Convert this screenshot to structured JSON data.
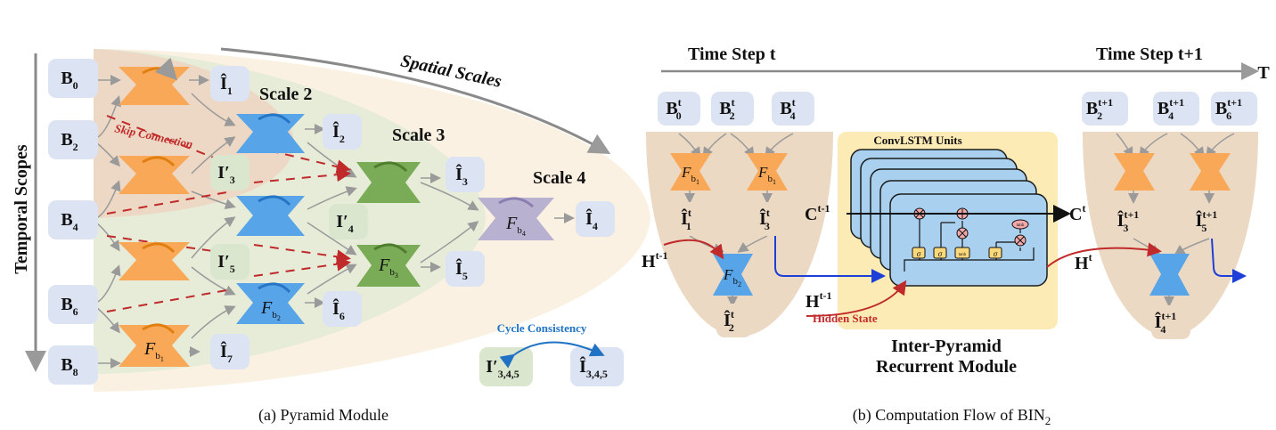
{
  "pyramid_module": {
    "temporal_scopes_label": "Temporal Scopes",
    "spatial_scales_label": "Spatial Scales",
    "skip_connection_label": "Skip Connection",
    "scale_2_label": "Scale 2",
    "scale_3_label": "Scale 3",
    "scale_4_label": "Scale 4",
    "inputs": [
      {
        "base": "B",
        "sub": "0"
      },
      {
        "base": "B",
        "sub": "2"
      },
      {
        "base": "B",
        "sub": "4"
      },
      {
        "base": "B",
        "sub": "6"
      },
      {
        "base": "B",
        "sub": "8"
      }
    ],
    "outputs": [
      {
        "base": "Î",
        "sub": "1"
      },
      {
        "base": "Î",
        "sub": "2"
      },
      {
        "base": "I′",
        "sub": "3"
      },
      {
        "base": "Î",
        "sub": "3"
      },
      {
        "base": "I′",
        "sub": "4"
      },
      {
        "base": "Î",
        "sub": "4"
      },
      {
        "base": "I′",
        "sub": "5"
      },
      {
        "base": "Î",
        "sub": "5"
      },
      {
        "base": "Î",
        "sub": "6"
      },
      {
        "base": "Î",
        "sub": "7"
      }
    ],
    "networks": [
      {
        "base": "F",
        "sub": "b",
        "subsub": "1"
      },
      {
        "base": "F",
        "sub": "b",
        "subsub": "2"
      },
      {
        "base": "F",
        "sub": "b",
        "subsub": "3"
      },
      {
        "base": "F",
        "sub": "b",
        "subsub": "4"
      }
    ],
    "cycle_consistency_label": "Cycle Consistency",
    "cycle_left": {
      "base": "I′",
      "sub": "3,4,5"
    },
    "cycle_right": {
      "base": "Î",
      "sub": "3,4,5"
    },
    "caption": "(a) Pyramid Module"
  },
  "computation_flow": {
    "time_step_t_label": "Time Step t",
    "time_step_t1_label": "Time Step t+1",
    "time_axis_label": "T",
    "inputs_t": [
      {
        "base": "B",
        "sup": "t",
        "sub": "0"
      },
      {
        "base": "B",
        "sup": "t",
        "sub": "2"
      },
      {
        "base": "B",
        "sup": "t",
        "sub": "4"
      }
    ],
    "inputs_t1": [
      {
        "base": "B",
        "sup": "t+1",
        "sub": "2"
      },
      {
        "base": "B",
        "sup": "t+1",
        "sub": "4"
      },
      {
        "base": "B",
        "sup": "t+1",
        "sub": "6"
      }
    ],
    "outputs_t": [
      {
        "base": "Î",
        "sup": "t",
        "sub": "1"
      },
      {
        "base": "Î",
        "sup": "t",
        "sub": "3"
      },
      {
        "base": "Î",
        "sup": "t",
        "sub": "2"
      }
    ],
    "outputs_t1": [
      {
        "base": "Î",
        "sup": "t+1",
        "sub": "3"
      },
      {
        "base": "Î",
        "sup": "t+1",
        "sub": "5"
      },
      {
        "base": "Î",
        "sup": "t+1",
        "sub": "4"
      }
    ],
    "hidden_in_a": {
      "base": "H",
      "sup": "t-1"
    },
    "hidden_in_b": {
      "base": "H",
      "sup": "t-1"
    },
    "hidden_out": {
      "base": "H",
      "sup": "t"
    },
    "cell_in": {
      "base": "C",
      "sup": "t-1"
    },
    "cell_out": {
      "base": "C",
      "sup": "t"
    },
    "convlstm_label": "ConvLSTM Units",
    "hidden_state_label": "Hidden State",
    "module_label_line1": "Inter-Pyramid",
    "module_label_line2": "Recurrent Module",
    "gate_sigma": "σ",
    "gate_tanh": "tanh",
    "caption_text": "(b) Computation Flow of BIN",
    "caption_sub": "2"
  },
  "colors": {
    "orange": "#f9a857",
    "blue": "#58a4e8",
    "green": "#7aab56",
    "purple": "#b8b1d0",
    "box": "#dce3f2",
    "green_box": "#dbe6cf",
    "cone_tan": "#ecd9c3",
    "red": "#c02a2a",
    "blue_line": "#1d3fd8",
    "yellow": "#fdebb5",
    "lstm": "#a9d0ee"
  }
}
